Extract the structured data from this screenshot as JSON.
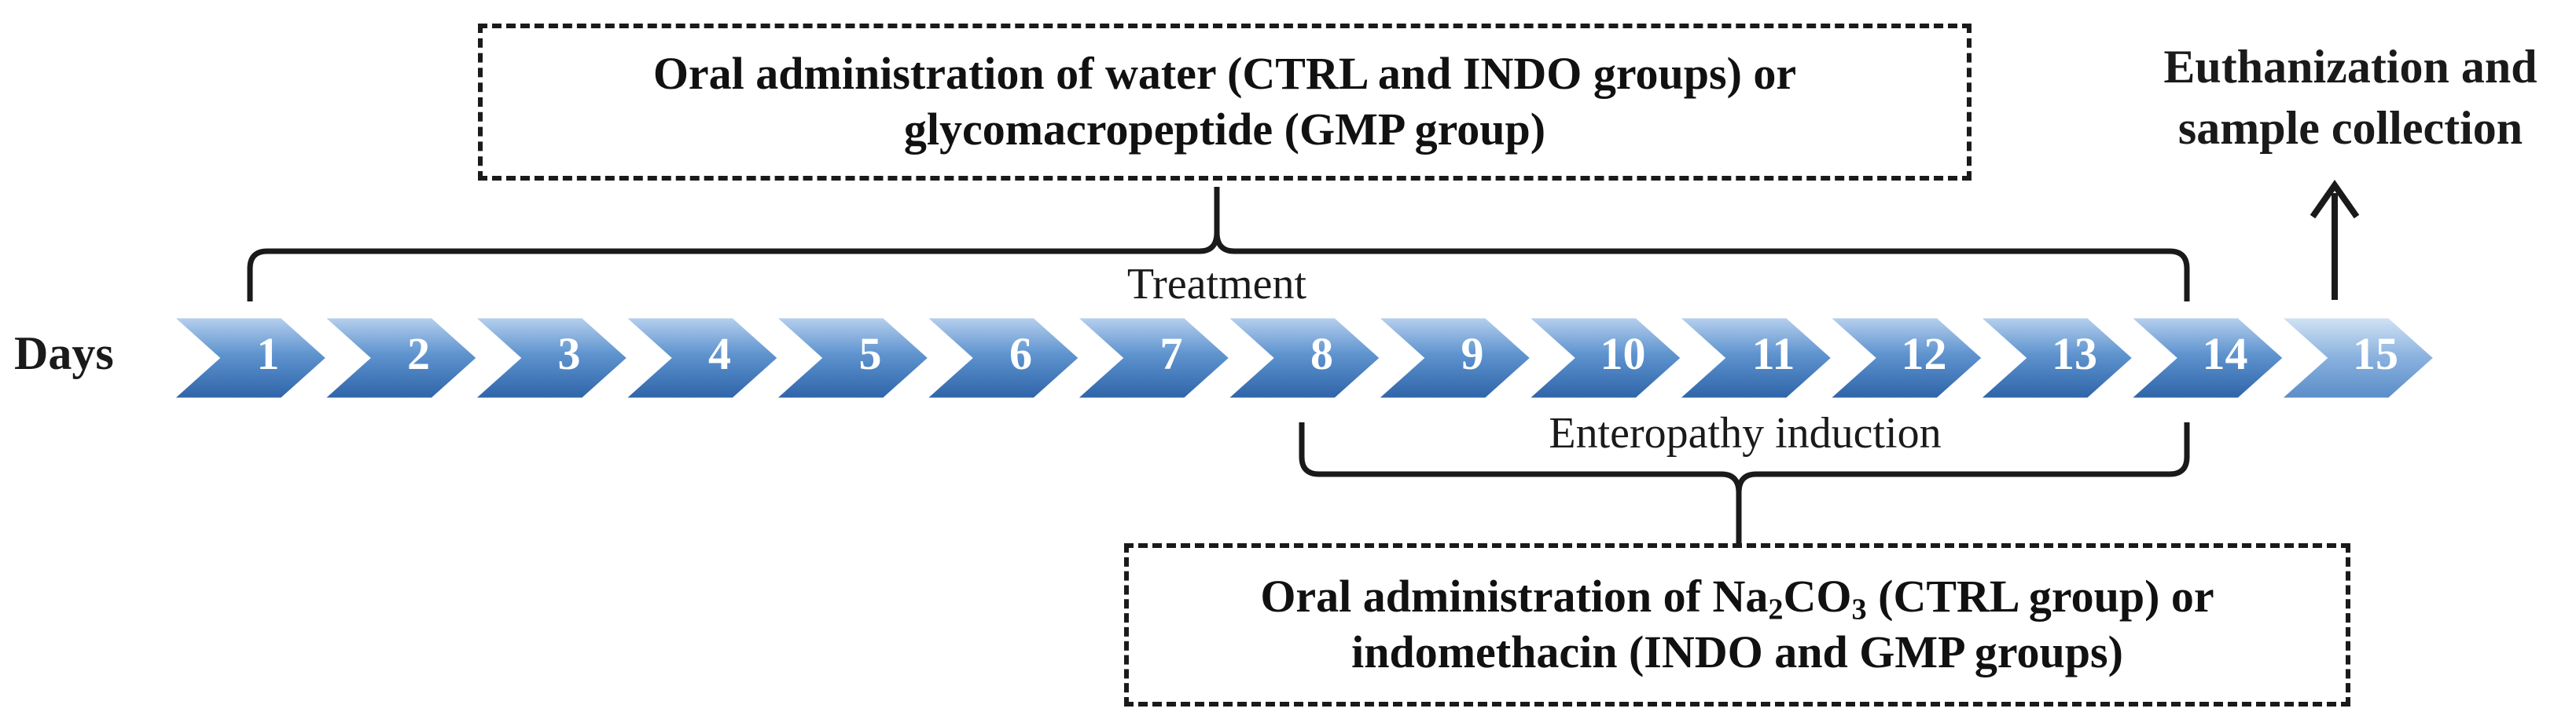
{
  "axis_label": "Days",
  "days": [
    "1",
    "2",
    "3",
    "4",
    "5",
    "6",
    "7",
    "8",
    "9",
    "10",
    "11",
    "12",
    "13",
    "14",
    "15"
  ],
  "treatment": {
    "label": "Treatment",
    "box_line1": "Oral administration of water (CTRL and INDO groups) or",
    "box_line2": "glycomacropeptide (GMP group)"
  },
  "induction": {
    "label": "Enteropathy induction",
    "box_line1_prefix": "Oral administration of Na",
    "box_sub1": "2",
    "box_mid": "CO",
    "box_sub2": "3",
    "box_line1_suffix": " (CTRL group) or",
    "box_line2": "indomethacin (INDO and GMP groups)"
  },
  "final_step": {
    "line1": "Euthanization and",
    "line2": "sample collection"
  },
  "colors": {
    "chevron_top": "#b8d1ee",
    "chevron_mid": "#5f94cf",
    "chevron_bottom": "#2e63a8",
    "stroke": "#1a1a1a"
  }
}
